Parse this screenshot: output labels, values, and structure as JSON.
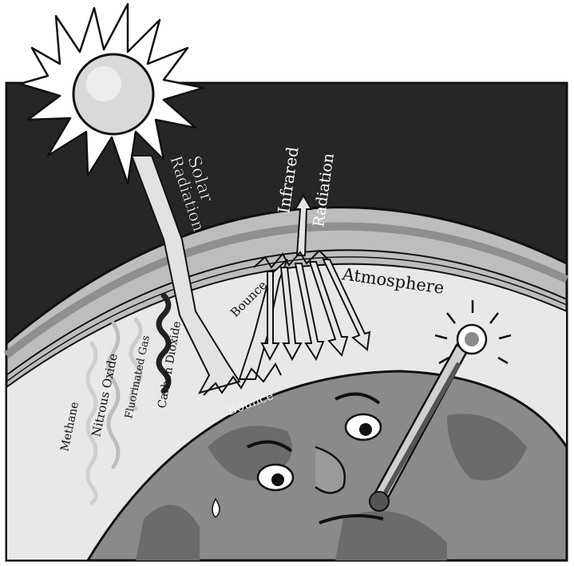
{
  "labels": {
    "solar_line1": "Solar",
    "solar_line2": "Radiation",
    "infrared_line1": "Infrared",
    "infrared_line2": "Radiation",
    "atmosphere": "Atmosphere",
    "bounce_upper": "Bounce",
    "bounce_lower": "Bounce",
    "gases": [
      "Methane",
      "Nitrous Oxide",
      "Fluorinated Gas",
      "Carbon Dioxide"
    ]
  },
  "colors": {
    "sky": "#262626",
    "atmosphere_band": "#c4c4c4",
    "atmosphere_inner": "#e6e6e6",
    "earth": "#8a8a8a",
    "earth_dark": "#6b6b6b",
    "sun": "#dcdcdc",
    "outline": "#111111"
  },
  "icons": [
    "sun-icon",
    "thermometer-icon",
    "earth-face-icon"
  ]
}
